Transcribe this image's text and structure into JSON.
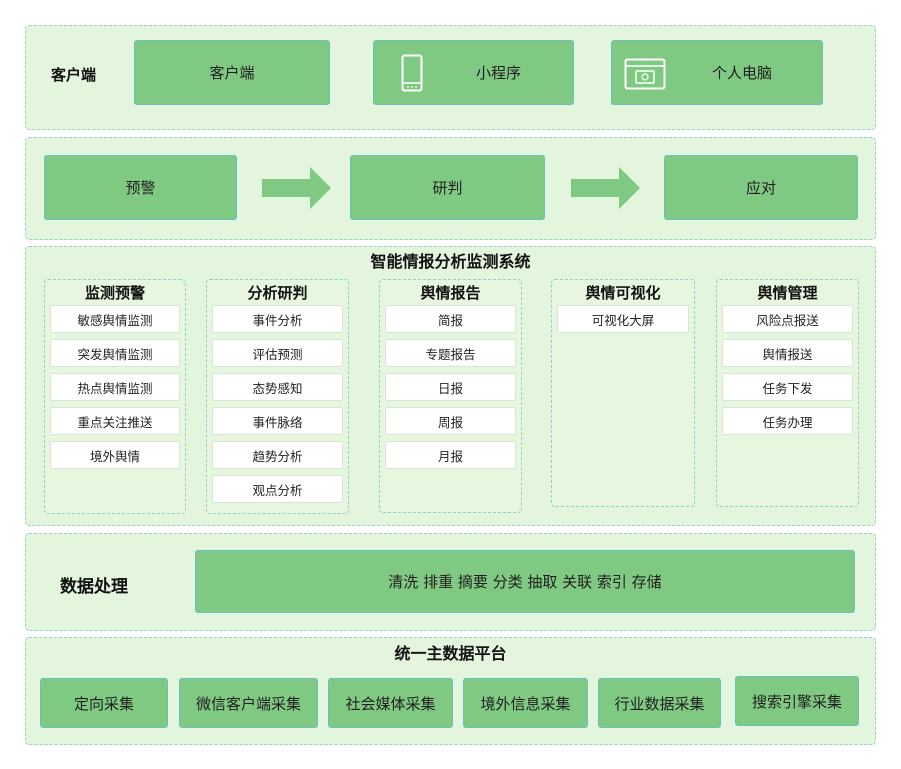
{
  "client": {
    "label": "客户端",
    "boxes": [
      {
        "label": "客户端",
        "icon": ""
      },
      {
        "label": "小程序",
        "icon": "mobile-phone-icon"
      },
      {
        "label": "个人电脑",
        "icon": "browser-window-icon"
      }
    ]
  },
  "flow": {
    "steps": [
      "预警",
      "研判",
      "应对"
    ],
    "arrow_icon": "right-arrow-icon"
  },
  "system": {
    "title": "智能情报分析监测系统",
    "columns": [
      {
        "title": "监测预警",
        "items": [
          "敏感舆情监测",
          "突发舆情监测",
          "热点舆情监测",
          "重点关注推送",
          "境外舆情"
        ]
      },
      {
        "title": "分析研判",
        "items": [
          "事件分析",
          "评估预测",
          "态势感知",
          "事件脉络",
          "趋势分析",
          "观点分析"
        ]
      },
      {
        "title": "舆情报告",
        "items": [
          "简报",
          "专题报告",
          "日报",
          "周报",
          "月报"
        ]
      },
      {
        "title": "舆情可视化",
        "items": [
          "可视化大屏"
        ]
      },
      {
        "title": "舆情管理",
        "items": [
          "风险点报送",
          "舆情报送",
          "任务下发",
          "任务办理"
        ]
      }
    ]
  },
  "processing": {
    "label": "数据处理",
    "content": "清洗 排重 摘要 分类 抽取 关联 索引 存储"
  },
  "platform": {
    "title": "统一主数据平台",
    "items": [
      "定向采集",
      "微信客户端采集",
      "社会媒体采集",
      "境外信息采集",
      "行业数据采集",
      "搜索引擎采集"
    ]
  },
  "colors": {
    "band_bg": "#e3f5dc",
    "box_green": "#80c983",
    "box_border": "#66c2c2",
    "arrow": "#80c983"
  }
}
